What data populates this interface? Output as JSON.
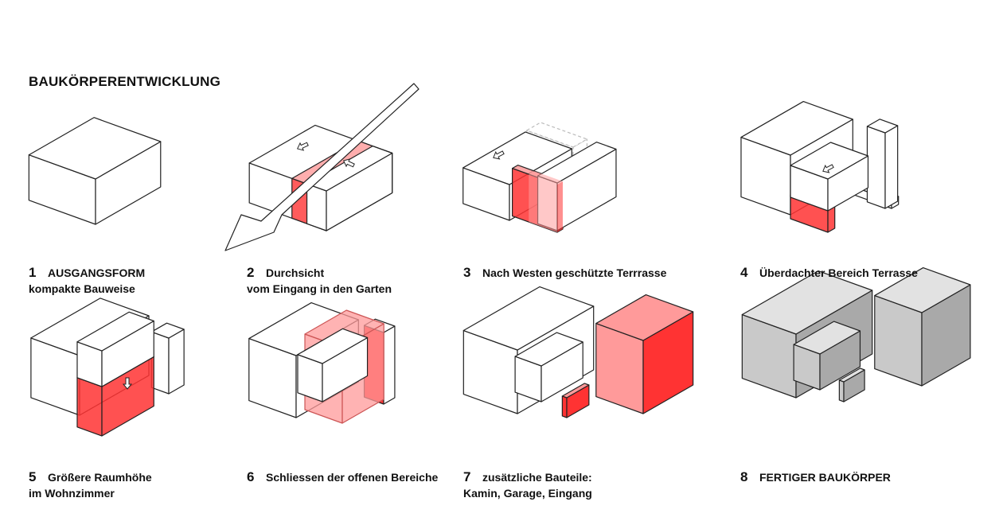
{
  "title": "BAUKÖRPERENTWICKLUNG",
  "panels": [
    {
      "num": "1",
      "line1": "AUSGANGSFORM",
      "line2": "kompakte Bauweise"
    },
    {
      "num": "2",
      "line1": "Durchsicht",
      "line2": "vom Eingang in den Garten"
    },
    {
      "num": "3",
      "line1": "Nach Westen geschützte Terrrasse",
      "line2": ""
    },
    {
      "num": "4",
      "line1": "Überdachter Bereich Terrasse",
      "line2": ""
    },
    {
      "num": "5",
      "line1": "Größere Raumhöhe",
      "line2": "im Wohnzimmer"
    },
    {
      "num": "6",
      "line1": "Schliessen der offenen Bereiche",
      "line2": ""
    },
    {
      "num": "7",
      "line1": "zusätzliche Bauteile:",
      "line2": "Kamin, Garage, Eingang"
    },
    {
      "num": "8",
      "line1": "FERTIGER BAUKÖRPER",
      "line2": ""
    }
  ],
  "colors": {
    "red": "#ff3333",
    "light_red": "#ff9a9a",
    "grey_top": "#e2e2e2",
    "grey_left": "#c9c9c9",
    "grey_right": "#a9a9a9",
    "line": "#222222"
  }
}
